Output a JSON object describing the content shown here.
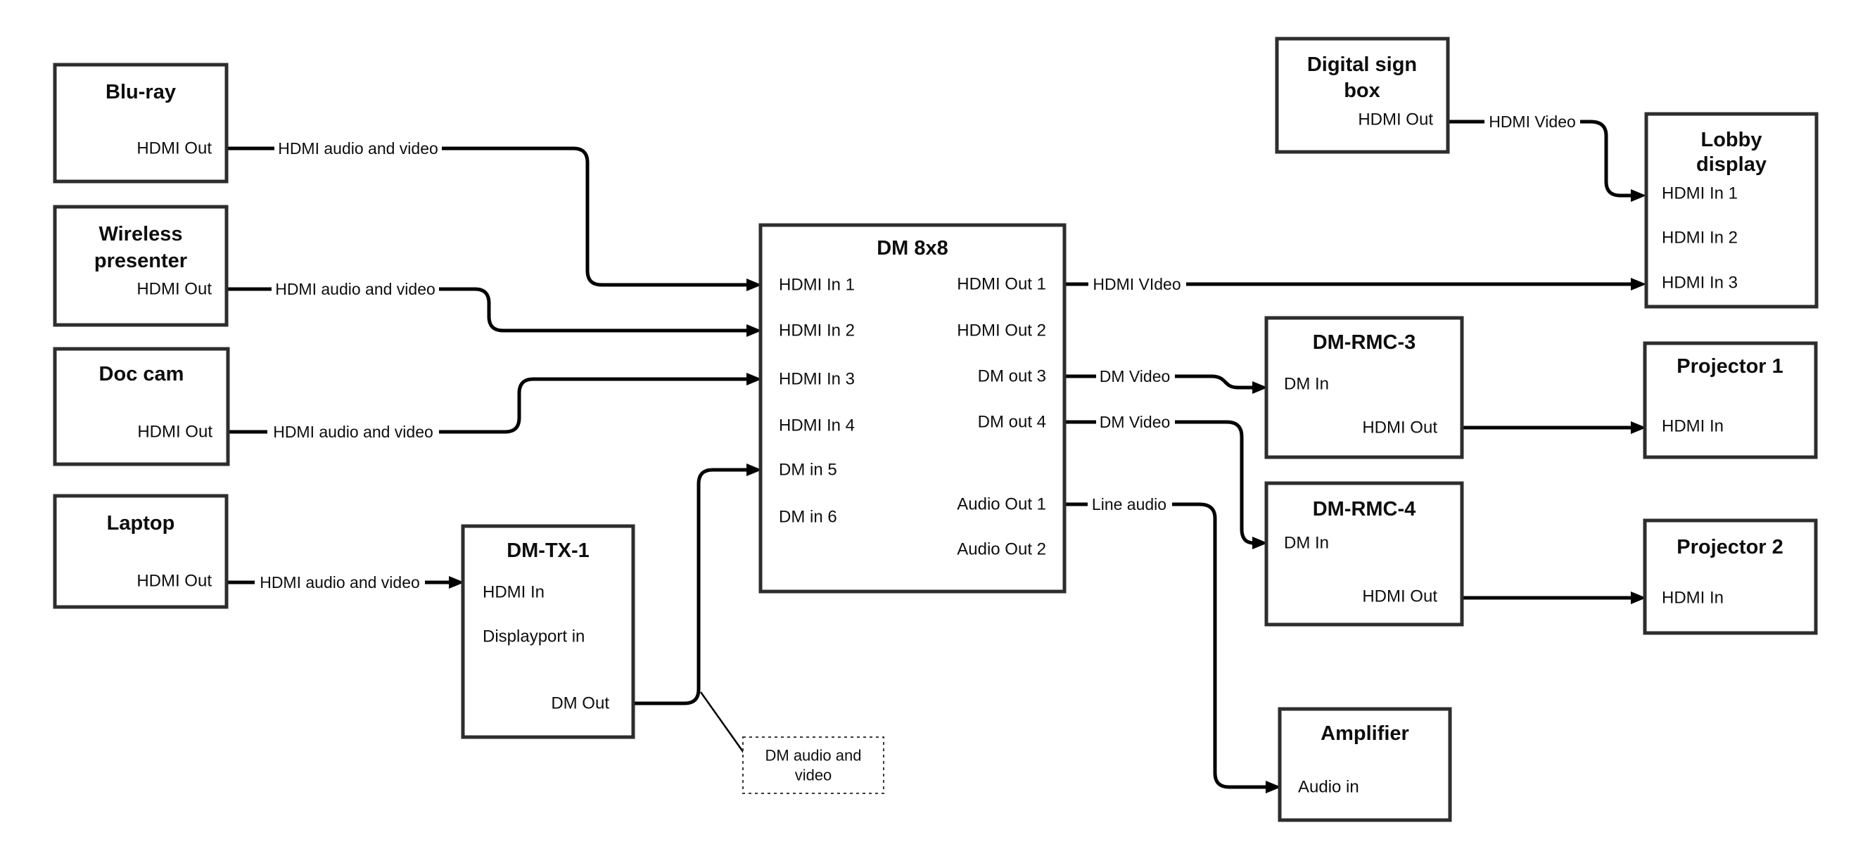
{
  "colors": {
    "background": "#ffffff",
    "line": "#000000",
    "box_border": "#2d2d2d"
  },
  "nodes": {
    "bluray": {
      "title": "Blu-ray",
      "ports": {
        "hdmi_out": "HDMI Out"
      }
    },
    "wireless_presenter": {
      "title_lines": [
        "Wireless",
        "presenter"
      ],
      "ports": {
        "hdmi_out": "HDMI Out"
      }
    },
    "doc_cam": {
      "title": "Doc cam",
      "ports": {
        "hdmi_out": "HDMI Out"
      }
    },
    "laptop": {
      "title": "Laptop",
      "ports": {
        "hdmi_out": "HDMI Out"
      }
    },
    "dm_tx_1": {
      "title": "DM-TX-1",
      "ports": {
        "hdmi_in": "HDMI In",
        "displayport_in": "Displayport in",
        "dm_out": "DM Out"
      }
    },
    "dm_8x8": {
      "title": "DM 8x8",
      "ports_left": [
        "HDMI In 1",
        "HDMI In 2",
        "HDMI In 3",
        "HDMI In 4",
        "DM in 5",
        "DM in 6"
      ],
      "ports_right": [
        "HDMI Out 1",
        "HDMI Out 2",
        "DM out 3",
        "DM out 4",
        "Audio Out 1",
        "Audio Out 2"
      ]
    },
    "digital_sign_box": {
      "title_lines": [
        "Digital sign",
        "box"
      ],
      "ports": {
        "hdmi_out": "HDMI Out"
      }
    },
    "lobby_display": {
      "title_lines": [
        "Lobby",
        "display"
      ],
      "ports": [
        "HDMI In 1",
        "HDMI In 2",
        "HDMI In 3"
      ]
    },
    "dm_rmc_3": {
      "title": "DM-RMC-3",
      "ports": {
        "dm_in": "DM In",
        "hdmi_out": "HDMI Out"
      }
    },
    "projector_1": {
      "title": "Projector 1",
      "ports": {
        "hdmi_in": "HDMI In"
      }
    },
    "dm_rmc_4": {
      "title": "DM-RMC-4",
      "ports": {
        "dm_in": "DM In",
        "hdmi_out": "HDMI Out"
      }
    },
    "projector_2": {
      "title": "Projector 2",
      "ports": {
        "hdmi_in": "HDMI In"
      }
    },
    "amplifier": {
      "title": "Amplifier",
      "ports": {
        "audio_in": "Audio in"
      }
    }
  },
  "edges": [
    {
      "from": "Blu-ray HDMI Out",
      "to": "DM 8x8 HDMI In 1",
      "label": "HDMI audio and video"
    },
    {
      "from": "Wireless presenter HDMI Out",
      "to": "DM 8x8 HDMI In 2",
      "label": "HDMI audio and video"
    },
    {
      "from": "Doc cam HDMI Out",
      "to": "DM 8x8 HDMI In 3",
      "label": "HDMI audio and video"
    },
    {
      "from": "Laptop HDMI Out",
      "to": "DM-TX-1 HDMI In",
      "label": "HDMI audio and video"
    },
    {
      "from": "DM-TX-1 DM Out",
      "to": "DM 8x8 DM in 5",
      "label": ""
    },
    {
      "from": "DM 8x8 HDMI Out 1",
      "to": "Lobby display HDMI In 3",
      "label": "HDMI VIdeo"
    },
    {
      "from": "DM 8x8 DM out 3",
      "to": "DM-RMC-3 DM In",
      "label": "DM Video"
    },
    {
      "from": "DM 8x8 DM out 4",
      "to": "DM-RMC-4 DM In",
      "label": "DM Video"
    },
    {
      "from": "DM 8x8 Audio Out 1",
      "to": "Amplifier Audio in",
      "label": "Line audio"
    },
    {
      "from": "Digital sign box HDMI Out",
      "to": "Lobby display HDMI In 1",
      "label": "HDMI Video"
    },
    {
      "from": "DM-RMC-3 HDMI Out",
      "to": "Projector 1 HDMI In",
      "label": ""
    },
    {
      "from": "DM-RMC-4 HDMI Out",
      "to": "Projector 2 HDMI In",
      "label": ""
    }
  ],
  "note": {
    "lines": [
      "DM audio and",
      "video"
    ]
  }
}
